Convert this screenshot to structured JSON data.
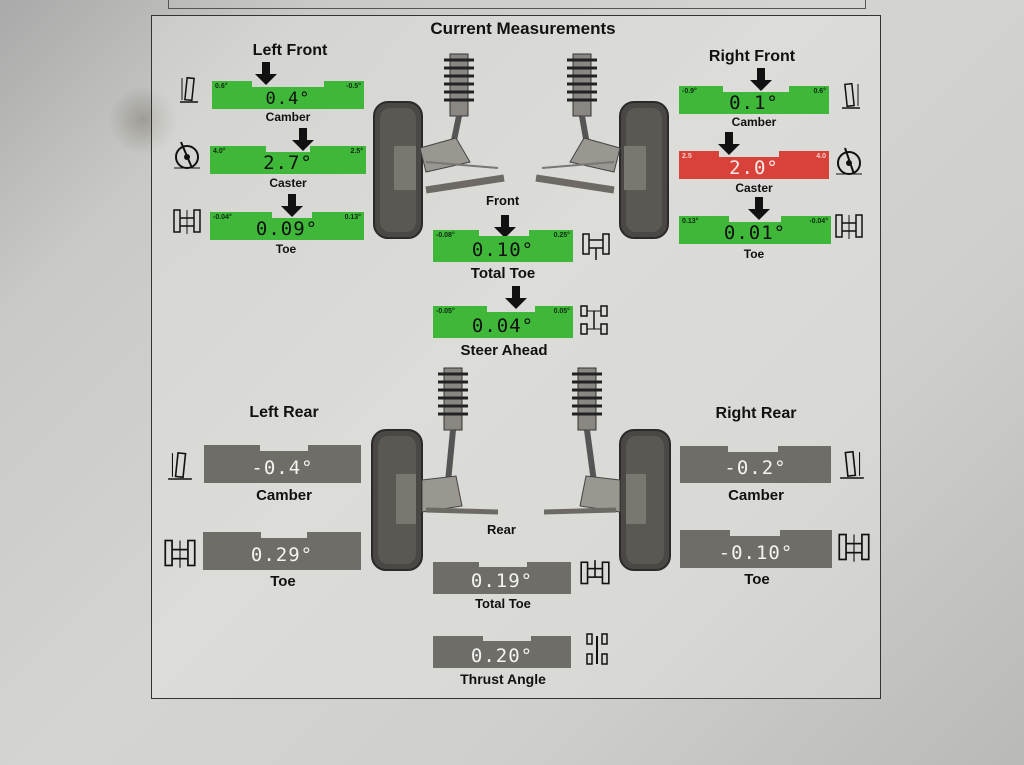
{
  "report": {
    "title": "Current Measurements"
  },
  "front": {
    "axle_label": "Front",
    "left": {
      "heading": "Left Front",
      "camber": {
        "label": "Camber",
        "value": "0.4°",
        "min": "0.6°",
        "max": "-0.5°",
        "status": "in-spec",
        "icon": "camber-icon"
      },
      "caster": {
        "label": "Caster",
        "value": "2.7°",
        "min": "4.0°",
        "max": "2.5°",
        "status": "in-spec",
        "icon": "caster-icon"
      },
      "toe": {
        "label": "Toe",
        "value": "0.09°",
        "min": "-0.04°",
        "max": "0.13°",
        "status": "in-spec",
        "icon": "toe-icon"
      }
    },
    "right": {
      "heading": "Right Front",
      "camber": {
        "label": "Camber",
        "value": "0.1°",
        "min": "-0.9°",
        "max": "0.6°",
        "status": "in-spec",
        "icon": "camber-icon"
      },
      "caster": {
        "label": "Caster",
        "value": "2.0°",
        "min": "2.5",
        "max": "4.0",
        "status": "out-of-spec",
        "icon": "caster-icon"
      },
      "toe": {
        "label": "Toe",
        "value": "0.01°",
        "min": "0.13°",
        "max": "-0.04°",
        "status": "in-spec",
        "icon": "toe-icon"
      }
    },
    "total_toe": {
      "label": "Total Toe",
      "value": "0.10°",
      "min": "-0.08°",
      "max": "0.25°",
      "status": "in-spec",
      "icon": "total-toe-icon"
    },
    "steer_ahead": {
      "label": "Steer Ahead",
      "value": "0.04°",
      "min": "-0.05°",
      "max": "0.05°",
      "status": "in-spec",
      "icon": "steer-ahead-icon"
    }
  },
  "rear": {
    "axle_label": "Rear",
    "left": {
      "heading": "Left Rear",
      "camber": {
        "label": "Camber",
        "value": "-0.4°",
        "status": "no-spec",
        "icon": "camber-icon"
      },
      "toe": {
        "label": "Toe",
        "value": "0.29°",
        "status": "no-spec",
        "icon": "toe-icon"
      }
    },
    "right": {
      "heading": "Right Rear",
      "camber": {
        "label": "Camber",
        "value": "-0.2°",
        "status": "no-spec",
        "icon": "camber-icon"
      },
      "toe": {
        "label": "Toe",
        "value": "-0.10°",
        "status": "no-spec",
        "icon": "toe-icon"
      }
    },
    "total_toe": {
      "label": "Total Toe",
      "value": "0.19°",
      "status": "no-spec",
      "icon": "total-toe-icon"
    },
    "thrust_angle": {
      "label": "Thrust Angle",
      "value": "0.20°",
      "status": "no-spec",
      "icon": "thrust-angle-icon"
    }
  },
  "colors": {
    "in_spec": "#3fb83a",
    "out_of_spec": "#d9423a",
    "no_spec": "#6f6d68",
    "paper": "#d2d2ce"
  }
}
